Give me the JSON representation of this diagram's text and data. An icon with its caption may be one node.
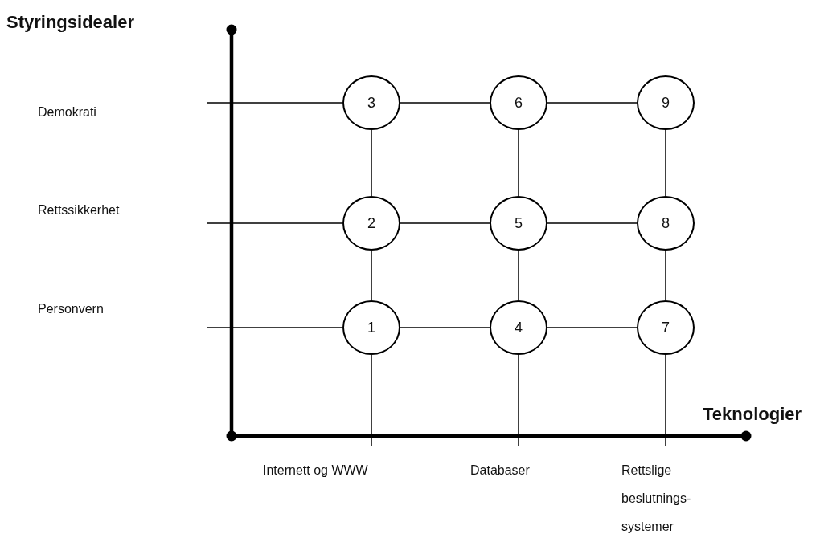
{
  "diagram": {
    "nodes": [
      {
        "text": [
          "3"
        ]
      },
      {
        "text": [
          "6"
        ]
      },
      {
        "text": [
          "9"
        ]
      },
      {
        "text": [
          "2"
        ]
      },
      {
        "text": [
          "5"
        ]
      },
      {
        "text": [
          "8"
        ]
      },
      {
        "text": [
          "1"
        ]
      },
      {
        "text": [
          "4"
        ]
      },
      {
        "text": [
          "7"
        ]
      }
    ],
    "edges": [
      {
        "from": 0,
        "to": 1,
        "arrow": "none"
      },
      {
        "from": 1,
        "to": 2,
        "arrow": "none"
      },
      {
        "from": 3,
        "to": 4,
        "arrow": "none"
      },
      {
        "from": 4,
        "to": 5,
        "arrow": "none"
      },
      {
        "from": 6,
        "to": 7,
        "arrow": "none"
      },
      {
        "from": 7,
        "to": 8,
        "arrow": "none"
      },
      {
        "from": 0,
        "to": 3,
        "arrow": "none"
      },
      {
        "from": 3,
        "to": 6,
        "arrow": "none"
      },
      {
        "from": 1,
        "to": 4,
        "arrow": "none"
      },
      {
        "from": 4,
        "to": 7,
        "arrow": "none"
      },
      {
        "from": 2,
        "to": 5,
        "arrow": "none"
      },
      {
        "from": 5,
        "to": 8,
        "arrow": "none"
      },
      {
        "from": null,
        "to": 0,
        "arrow": "none"
      },
      {
        "from": null,
        "to": 3,
        "arrow": "none"
      },
      {
        "from": null,
        "to": 6,
        "arrow": "none"
      },
      {
        "from": 6,
        "to": null,
        "arrow": "none"
      },
      {
        "from": 7,
        "to": null,
        "arrow": "none"
      },
      {
        "from": 8,
        "to": null,
        "arrow": "none"
      }
    ],
    "labels": [
      "Styringsidealer",
      "Demokrati",
      "Rettssikkerhet",
      "Personvern",
      "Teknologier",
      "Internett og WWW",
      "Databaser",
      "Rettslige beslutnings- systemer"
    ]
  }
}
